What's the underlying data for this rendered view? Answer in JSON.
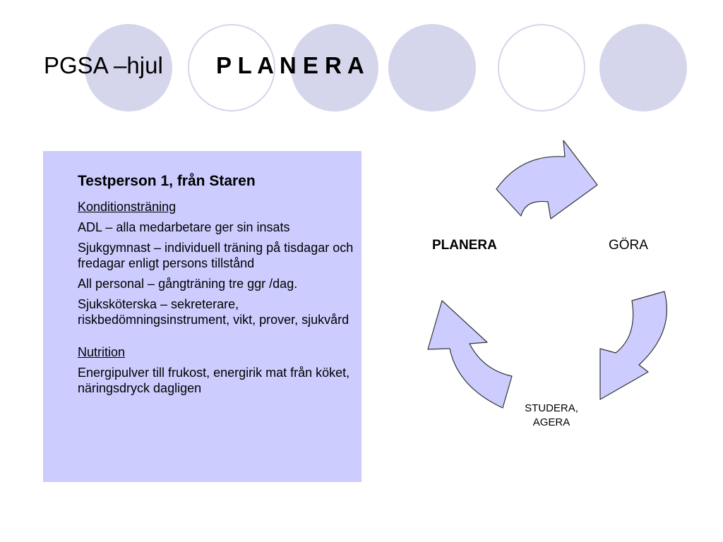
{
  "slide": {
    "title": "PGSA –hjul",
    "title_accent": "P L A N E R A"
  },
  "content": {
    "heading": "Testperson 1,  från Staren",
    "lines": [
      "Konditionsträning",
      "ADL – alla medarbetare ger sin insats",
      "Sjukgymnast – individuell träning på tisdagar och fredagar enligt persons tillstånd",
      "All personal – gångträning tre ggr /dag.",
      "Sjuksköterska – sekreterare, riskbedömningsinstrument, vikt, prover, sjukvård",
      "Nutrition",
      "Energipulver till frukost, energirik mat från köket, näringsdryck dagligen"
    ]
  },
  "cycle": {
    "planera": "PLANERA",
    "gora": "GÖRA",
    "studera_line1": "STUDERA,",
    "studera_line2": "AGERA"
  },
  "colors": {
    "accent_fill": "#ccccff",
    "circle_fill": "#d5d5ec",
    "arrow_fill": "#ccccff",
    "arrow_stroke": "#333333"
  }
}
